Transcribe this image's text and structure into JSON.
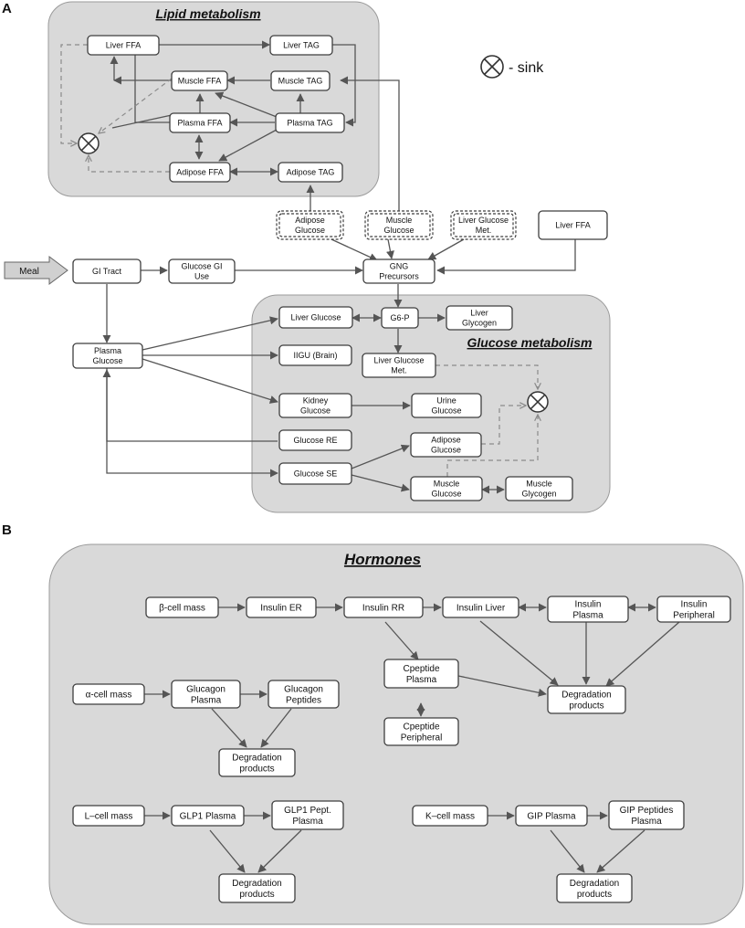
{
  "panels": {
    "a": "A",
    "b": "B"
  },
  "regions": {
    "lipid": "Lipid metabolism",
    "glucose": "Glucose metabolism",
    "hormones": "Hormones"
  },
  "legend": {
    "sink_label": "- sink"
  },
  "nodes": {
    "liver_ffa": [
      "Liver FFA"
    ],
    "liver_tag": [
      "Liver TAG"
    ],
    "muscle_ffa": [
      "Muscle FFA"
    ],
    "muscle_tag": [
      "Muscle TAG"
    ],
    "plasma_ffa": [
      "Plasma FFA"
    ],
    "plasma_tag": [
      "Plasma TAG"
    ],
    "adipose_ffa": [
      "Adipose FFA"
    ],
    "adipose_tag": [
      "Adipose TAG"
    ],
    "adipose_glucose_ext": [
      "Adipose",
      "Glucose"
    ],
    "muscle_glucose_ext": [
      "Muscle",
      "Glucose"
    ],
    "liver_glucose_met_ext": [
      "Liver Glucose",
      "Met."
    ],
    "liver_ffa_ext": [
      "Liver FFA"
    ],
    "meal": [
      "Meal"
    ],
    "gi_tract": [
      "GI Tract"
    ],
    "glucose_gi_use": [
      "Glucose GI",
      "Use"
    ],
    "gng_precursors": [
      "GNG",
      "Precursors"
    ],
    "liver_glucose": [
      "Liver Glucose"
    ],
    "g6p": [
      "G6-P"
    ],
    "liver_glycogen": [
      "Liver",
      "Glycogen"
    ],
    "plasma_glucose": [
      "Plasma",
      "Glucose"
    ],
    "iigu_brain": [
      "IIGU (Brain)"
    ],
    "liver_glucose_met": [
      "Liver Glucose",
      "Met."
    ],
    "kidney_glucose": [
      "Kidney",
      "Glucose"
    ],
    "urine_glucose": [
      "Urine",
      "Glucose"
    ],
    "glucose_re": [
      "Glucose RE"
    ],
    "adipose_glucose": [
      "Adipose",
      "Glucose"
    ],
    "glucose_se": [
      "Glucose SE"
    ],
    "muscle_glucose": [
      "Muscle",
      "Glucose"
    ],
    "muscle_glycogen": [
      "Muscle",
      "Glycogen"
    ],
    "beta_cell_mass": [
      "β-cell mass"
    ],
    "insulin_er": [
      "Insulin ER"
    ],
    "insulin_rr": [
      "Insulin RR"
    ],
    "insulin_liver": [
      "Insulin Liver"
    ],
    "insulin_plasma": [
      "Insulin",
      "Plasma"
    ],
    "insulin_peripheral": [
      "Insulin",
      "Peripheral"
    ],
    "cpeptide_plasma": [
      "Cpeptide",
      "Plasma"
    ],
    "cpeptide_peripheral": [
      "Cpeptide",
      "Peripheral"
    ],
    "degradation_insulin": [
      "Degradation",
      "products"
    ],
    "alpha_cell_mass": [
      "α-cell mass"
    ],
    "glucagon_plasma": [
      "Glucagon",
      "Plasma"
    ],
    "glucagon_peptides": [
      "Glucagon",
      "Peptides"
    ],
    "degradation_glucagon": [
      "Degradation",
      "products"
    ],
    "l_cell_mass": [
      "L–cell mass"
    ],
    "glp1_plasma": [
      "GLP1 Plasma"
    ],
    "glp1_pept_plasma": [
      "GLP1 Pept.",
      "Plasma"
    ],
    "degradation_glp1": [
      "Degradation",
      "products"
    ],
    "k_cell_mass": [
      "K–cell mass"
    ],
    "gip_plasma": [
      "GIP Plasma"
    ],
    "gip_peptides_plasma": [
      "GIP Peptides",
      "Plasma"
    ],
    "degradation_gip": [
      "Degradation",
      "products"
    ]
  }
}
